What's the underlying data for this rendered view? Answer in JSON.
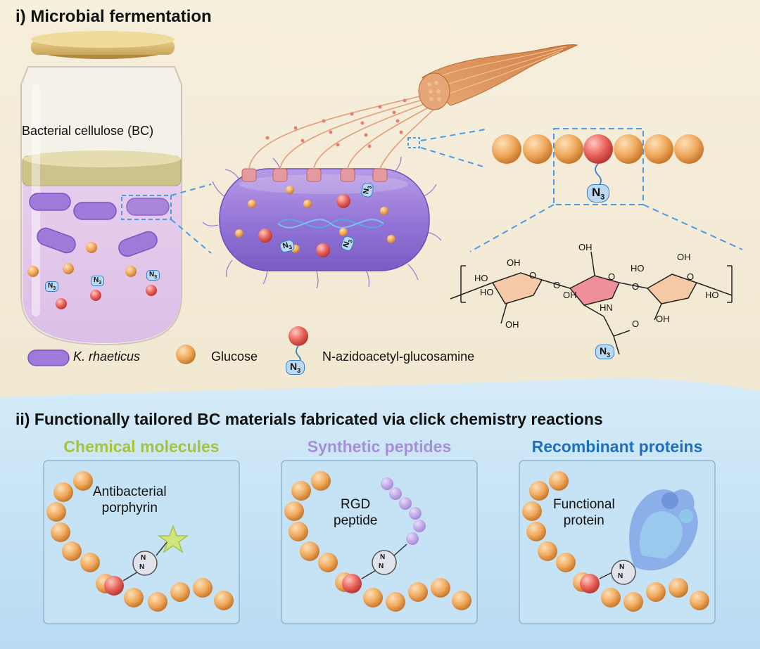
{
  "section1": {
    "title": "i) Microbial fermentation"
  },
  "jar": {
    "label": "Bacterial cellulose (BC)"
  },
  "azide": {
    "symbol": "N",
    "subscript": "3"
  },
  "structure": {
    "oh_labels": [
      "OH",
      "HO",
      "HO",
      "OH",
      "OH",
      "OH",
      "HO",
      "OH",
      "HO",
      "OH"
    ],
    "hn_label": "HN",
    "o_labels": [
      "O",
      "O",
      "O",
      "O",
      "O",
      "O"
    ]
  },
  "legend": {
    "bacterium": "K. rhaeticus",
    "glucose": "Glucose",
    "sugar": "N-azidoacetyl-glucosamine"
  },
  "section2": {
    "title": "ii) Functionally tailored BC materials fabricated via click chemistry reactions"
  },
  "panels": [
    {
      "title": "Chemical molecules",
      "title_color": "#a9c23b",
      "label_lines": [
        "Antibacterial",
        "porphyrin"
      ]
    },
    {
      "title": "Synthetic peptides",
      "title_color": "#a58fd6",
      "label_lines": [
        "RGD",
        "peptide"
      ]
    },
    {
      "title": "Recombinant proteins",
      "title_color": "#1f6fbf",
      "label_lines": [
        "Functional",
        "protein"
      ]
    }
  ],
  "triazole": {
    "n_label": "N",
    "nn_label": "N"
  },
  "colors": {
    "glucose": "#f0a95c",
    "sugar": "#e8615b",
    "bacterium": "#9b6fd8",
    "panel_bg": "#c7e3f6",
    "top_bg": "#f3ead7",
    "bottom_bg": "#bfe0f5"
  }
}
